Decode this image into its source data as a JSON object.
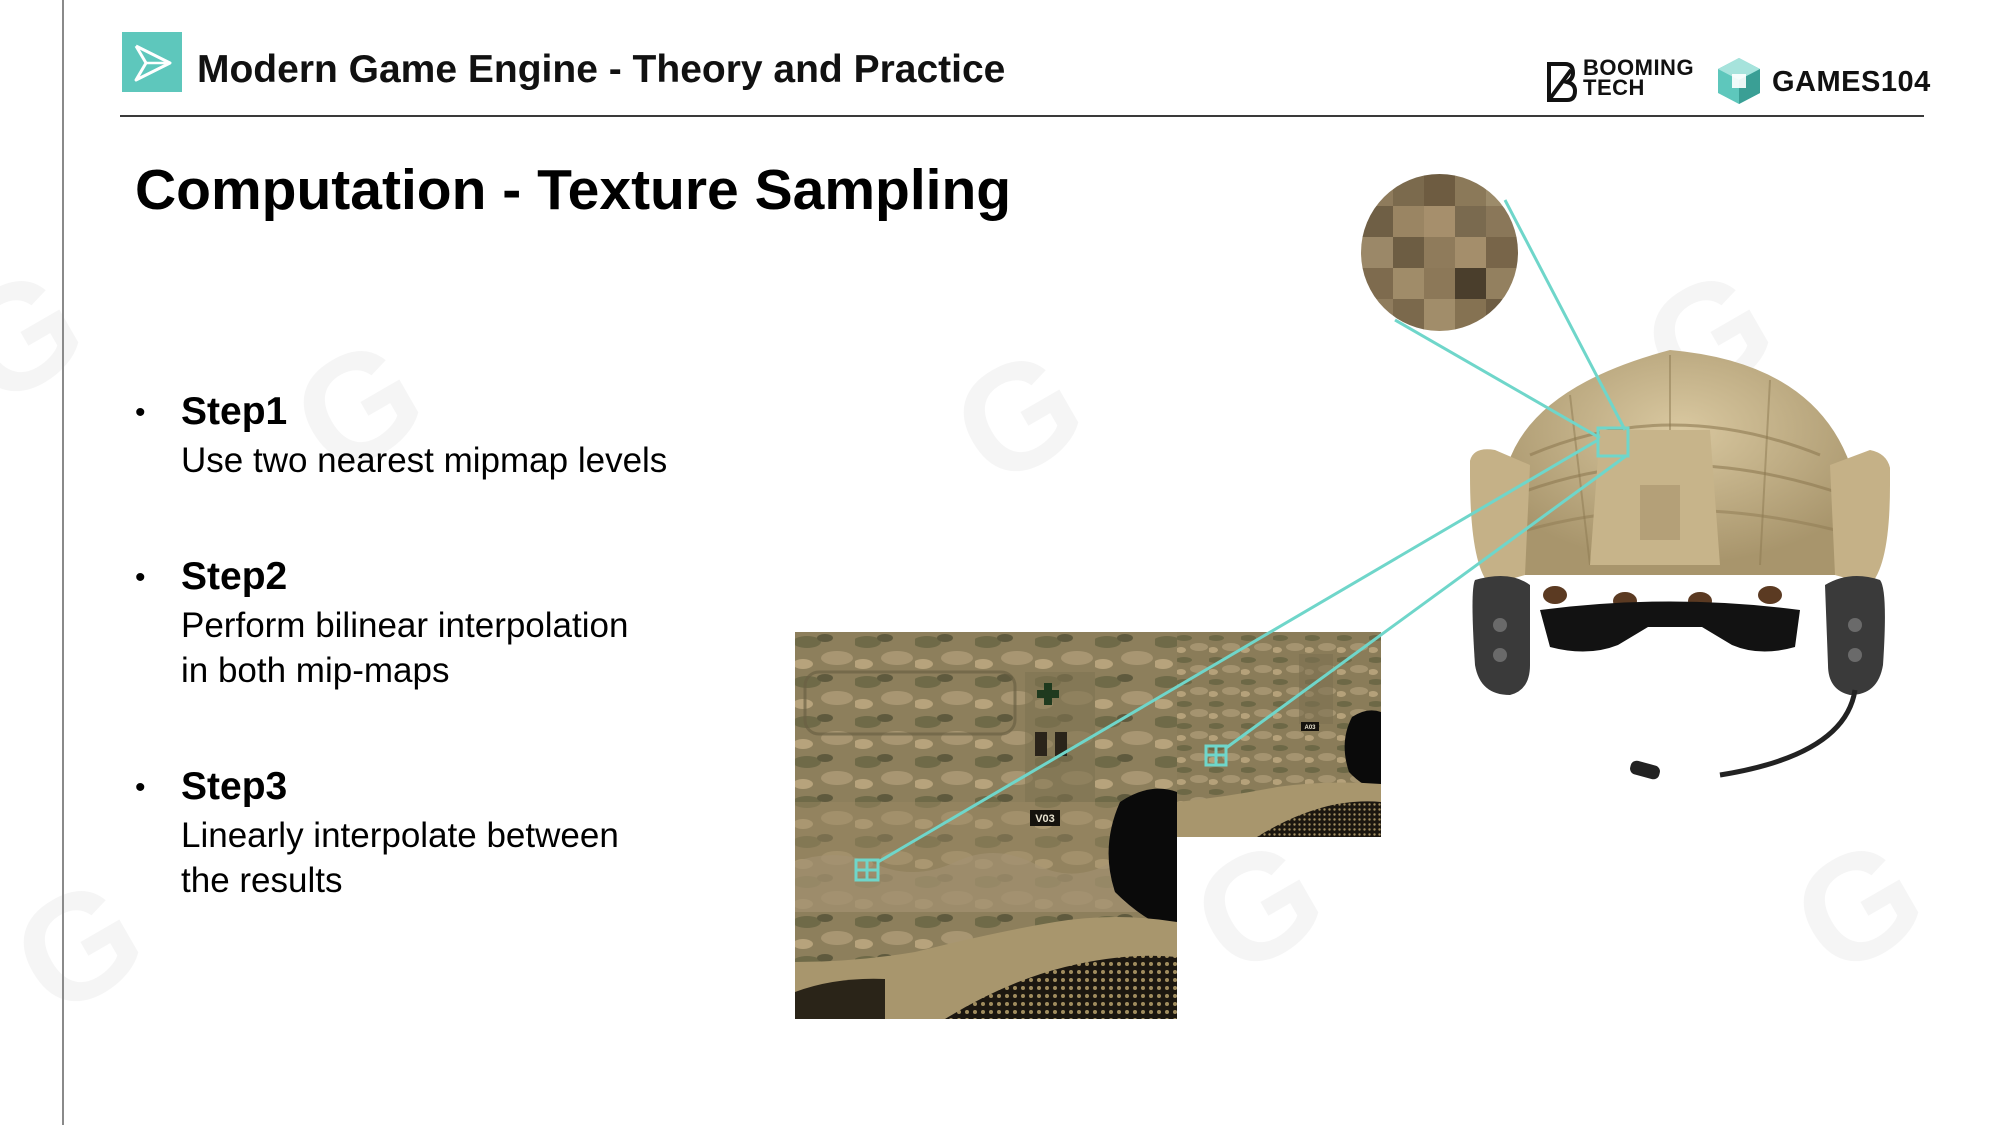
{
  "header": {
    "title": "Modern Game Engine - Theory and Practice",
    "brand_left_line1": "BOOMING",
    "brand_left_line2": "TECH",
    "brand_right": "GAMES104"
  },
  "slide": {
    "title": "Computation - Texture Sampling"
  },
  "steps": [
    {
      "title": "Step1",
      "lines": [
        "Use two nearest mipmap levels"
      ]
    },
    {
      "title": "Step2",
      "lines": [
        "Perform bilinear interpolation",
        "in both mip-maps"
      ]
    },
    {
      "title": "Step3",
      "lines": [
        "Linearly interpolate between",
        "the results"
      ]
    }
  ],
  "figure": {
    "texture_labels": [
      "V03",
      "A03"
    ]
  },
  "colors": {
    "accent": "#5ec7bc",
    "camo_base": "#8a7a55",
    "helmet": "#c9b68e"
  }
}
